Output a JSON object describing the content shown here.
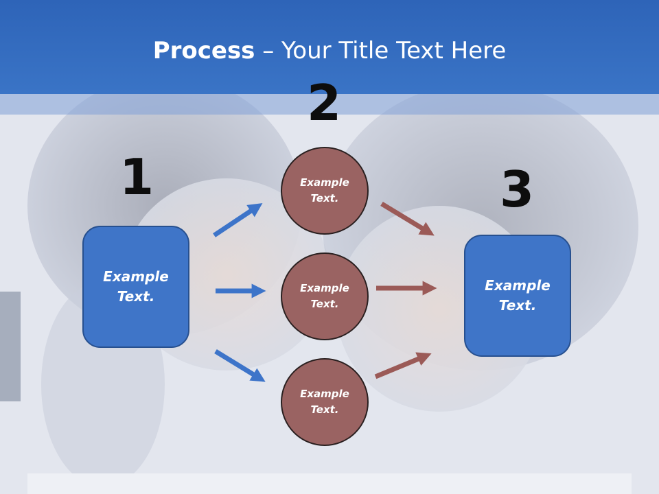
{
  "slide": {
    "title_bold": "Process",
    "title_rest": " – Your Title Text Here"
  },
  "steps": {
    "n1": "1",
    "n2": "2",
    "n3": "3"
  },
  "nodes": {
    "left_box": "Example\nText.",
    "circle_top": "Example\nText.",
    "circle_mid": "Example\nText.",
    "circle_bottom": "Example\nText.",
    "right_box": "Example\nText."
  },
  "colors": {
    "header": "#3a74c6",
    "box": "#3f75c8",
    "circle": "#9a6362",
    "blue_arrow": "#3d74c9",
    "red_arrow": "#9b5a57"
  }
}
